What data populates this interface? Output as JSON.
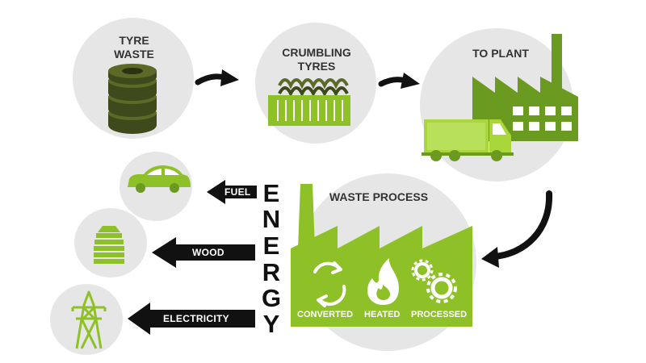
{
  "nodes": {
    "tyre_waste": {
      "line1": "TYRE",
      "line2": "WASTE"
    },
    "crumbling_tyres": {
      "line1": "CRUMBLING",
      "line2": "TYRES"
    },
    "to_plant": {
      "label": "TO PLANT"
    },
    "waste_process": {
      "label": "WASTE PROCESS"
    }
  },
  "process_steps": [
    "CONVERTED",
    "HEATED",
    "PROCESSED"
  ],
  "energy_word": [
    "E",
    "N",
    "E",
    "R",
    "G",
    "Y"
  ],
  "outputs": {
    "fuel": "FUEL",
    "wood": "WOOD",
    "electricity": "ELECTRICITY"
  },
  "icons": {
    "tyre_stack": "tyre-stack-icon",
    "crumbling": "crumbling-tyres-icon",
    "factory": "factory-icon",
    "truck": "truck-icon",
    "car": "car-icon",
    "wood": "wood-stack-icon",
    "pylon": "pylon-icon",
    "recycle": "recycle-icon",
    "flame": "flame-icon",
    "gears": "gears-icon"
  },
  "colors": {
    "green_dark": "#6a9a1f",
    "green_light": "#a8d63b",
    "green_mid": "#8dc127",
    "tyre_dark": "#3f4a1c",
    "circle_gray": "#e6e6e6",
    "arrow_black": "#111111"
  }
}
